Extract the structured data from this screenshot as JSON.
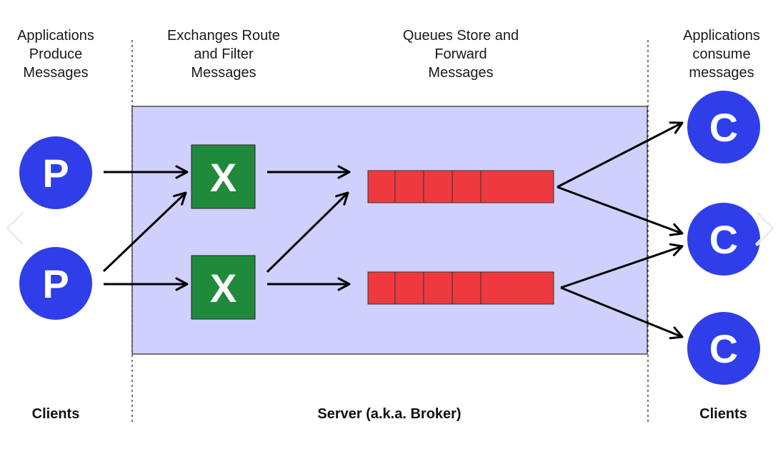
{
  "headings": {
    "producers": "Applications\nProduce\nMessages",
    "exchanges": "Exchanges Route\nand Filter\nMessages",
    "queues": "Queues Store and\nForward\nMessages",
    "consumers": "Applications\nconsume\nmessages"
  },
  "footers": {
    "left_clients": "Clients",
    "server": "Server (a.k.a. Broker)",
    "right_clients": "Clients"
  },
  "nodes": {
    "producer_letter": "P",
    "exchange_letter": "X",
    "consumer_letter": "C"
  },
  "colors": {
    "producer": "#2f3ee8",
    "consumer": "#2f3ee8",
    "exchange": "#1f8a3b",
    "queue": "#ee3a3f",
    "broker_area": "#d0d0fc"
  },
  "icons": {
    "left_nav": "chevron-left-icon",
    "right_nav": "chevron-right-icon"
  }
}
